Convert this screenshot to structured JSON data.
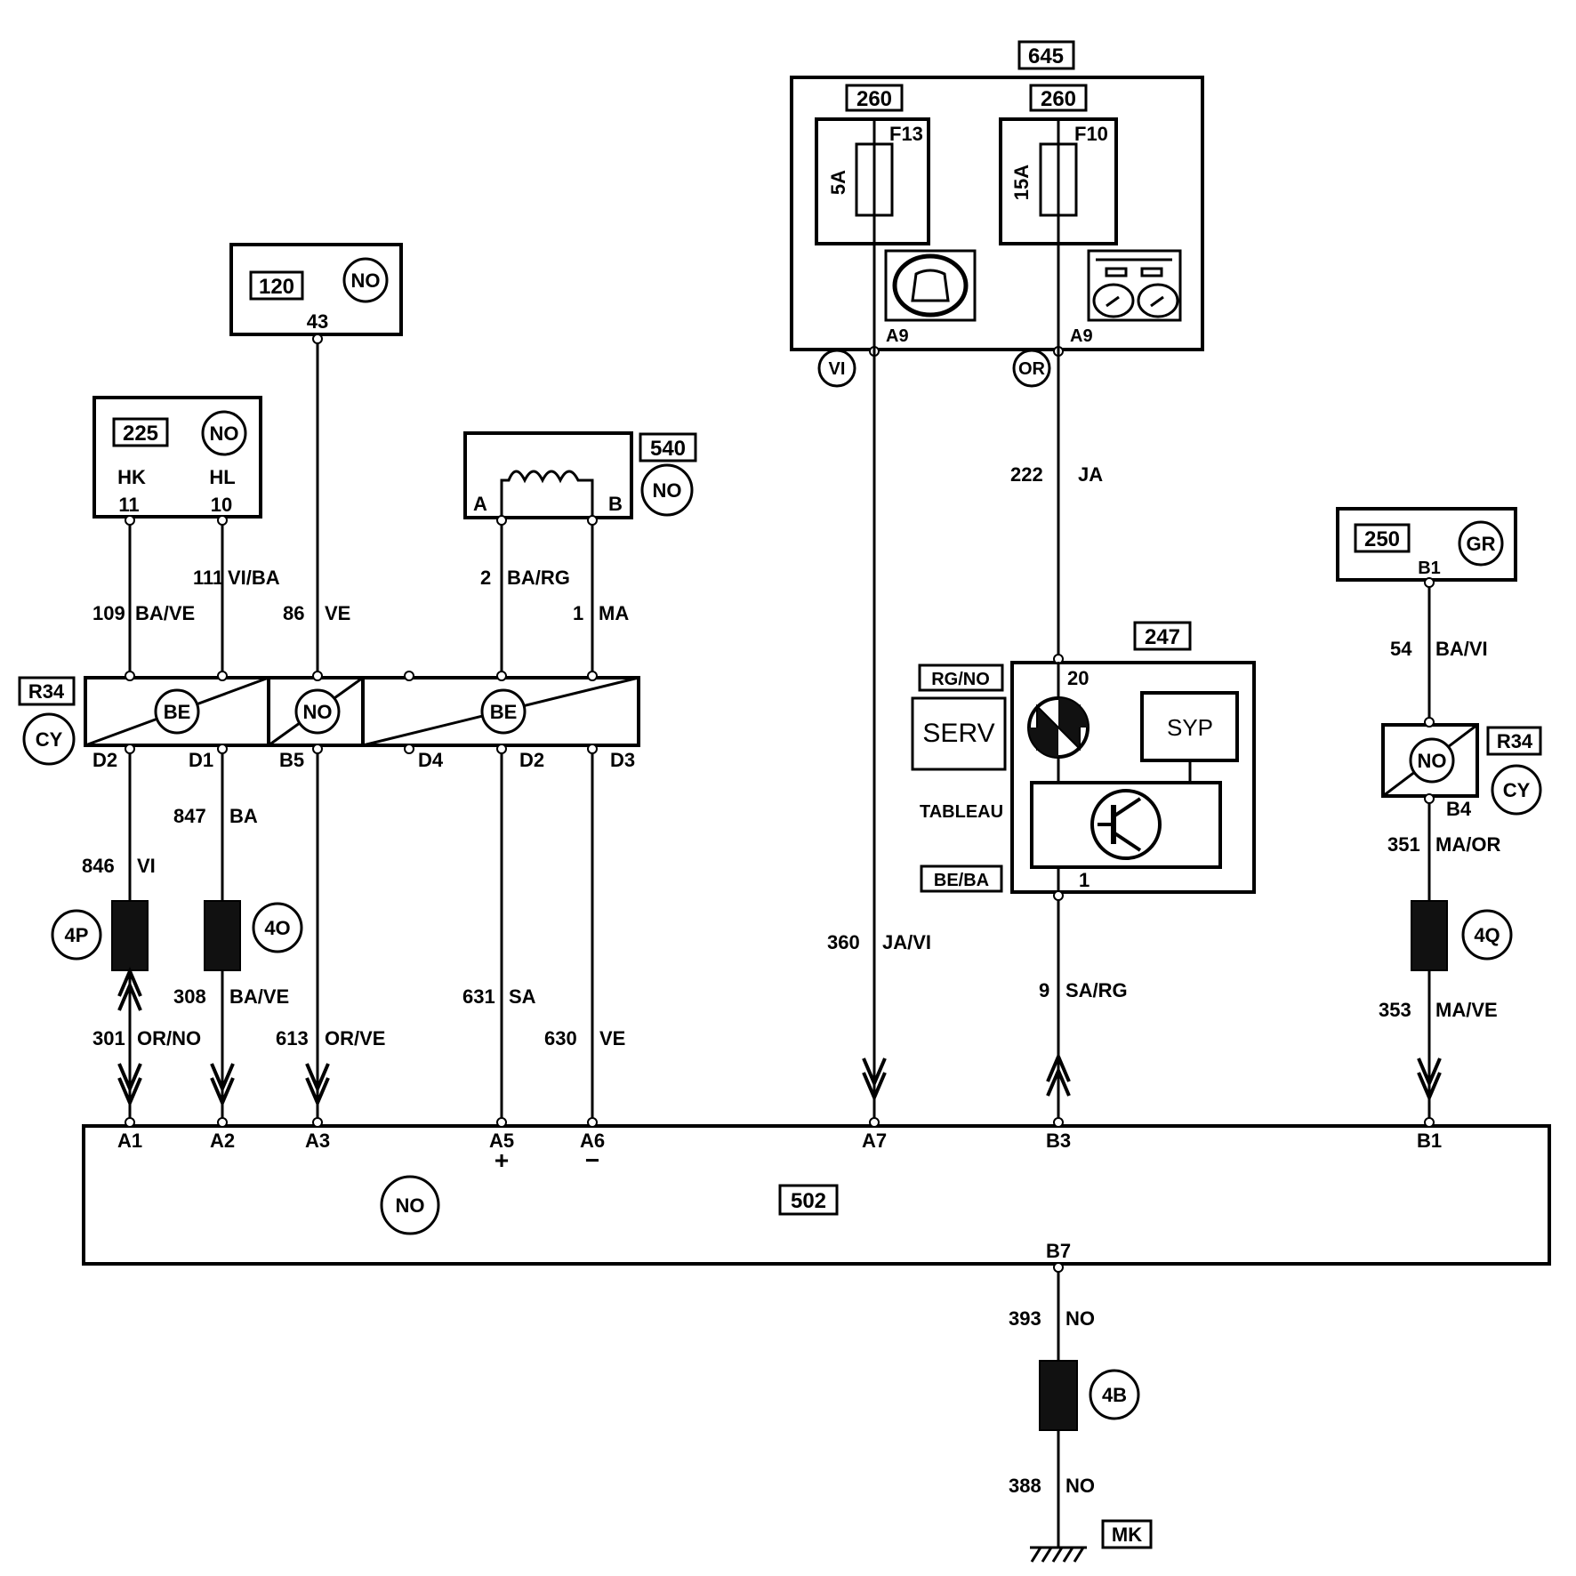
{
  "components": {
    "c645": {
      "id": "645"
    },
    "fuse_f13": {
      "box": "260",
      "name": "F13",
      "rating": "5A",
      "pin": "A9",
      "wire_color": "VI"
    },
    "fuse_f10": {
      "box": "260",
      "name": "F10",
      "rating": "15A",
      "pin": "A9",
      "wire_color": "OR"
    },
    "c120": {
      "id": "120",
      "color": "NO",
      "pin": "43"
    },
    "c225": {
      "id": "225",
      "color": "NO",
      "pin_labels": [
        "HK",
        "HL"
      ],
      "pins": [
        "11",
        "10"
      ]
    },
    "c540": {
      "id": "540",
      "color": "NO",
      "pins": [
        "A",
        "B"
      ]
    },
    "c250": {
      "id": "250",
      "color": "GR",
      "pin": "B1"
    },
    "c247": {
      "id": "247",
      "pin_top": "20",
      "pin_bottom": "1",
      "label_top": "RG/NO",
      "label_bottom": "BE/BA",
      "serv": "SERV",
      "syp": "SYP",
      "tableau": "TABLEAU"
    },
    "r34_left": {
      "id": "R34",
      "color": "CY",
      "sections": [
        "BE",
        "NO",
        "BE"
      ],
      "pins": [
        "D2",
        "D1",
        "B5",
        "D4",
        "D2",
        "D3"
      ]
    },
    "r34_right": {
      "id": "R34",
      "color": "CY",
      "section": "NO",
      "pin": "B4"
    },
    "c502": {
      "id": "502",
      "color": "NO",
      "pins": [
        "A1",
        "A2",
        "A3",
        "A5",
        "A6",
        "A7",
        "B3",
        "B1",
        "B7"
      ],
      "plus": "+",
      "minus": "−"
    },
    "ground": {
      "id": "MK"
    }
  },
  "connectors": {
    "c4p": "4P",
    "c4o": "4O",
    "c4q": "4Q",
    "c4b": "4B"
  },
  "wires": {
    "w109": "109",
    "w109c": "BA/VE",
    "w111": "111",
    "w111c": "VI/BA",
    "w86": "86",
    "w86c": "VE",
    "w2": "2",
    "w2c": "BA/RG",
    "w1": "1",
    "w1c": "MA",
    "w222": "222",
    "w222c": "JA",
    "w54": "54",
    "w54c": "BA/VI",
    "w847": "847",
    "w847c": "BA",
    "w846": "846",
    "w846c": "VI",
    "w308": "308",
    "w308c": "BA/VE",
    "w301": "301",
    "w301c": "OR/NO",
    "w613": "613",
    "w613c": "OR/VE",
    "w631": "631",
    "w631c": "SA",
    "w630": "630",
    "w630c": "VE",
    "w360": "360",
    "w360c": "JA/VI",
    "w9": "9",
    "w9c": "SA/RG",
    "w351": "351",
    "w351c": "MA/OR",
    "w353": "353",
    "w353c": "MA/VE",
    "w393": "393",
    "w393c": "NO",
    "w388": "388",
    "w388c": "NO"
  }
}
